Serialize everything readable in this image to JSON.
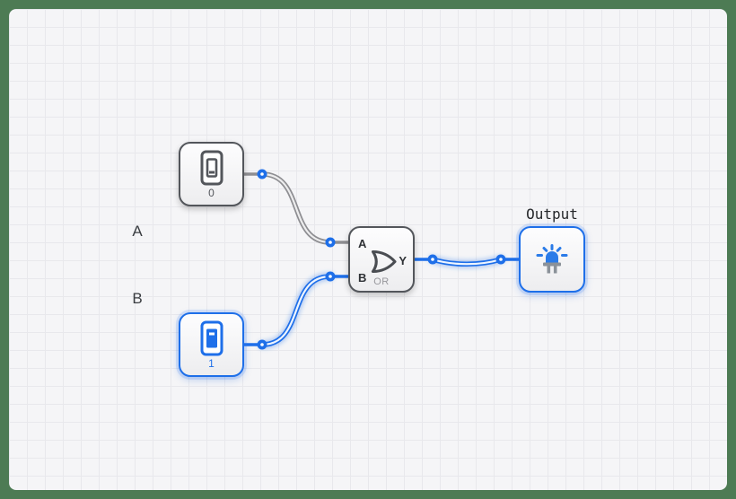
{
  "canvas": {
    "input_labels": [
      {
        "id": "a",
        "text": "A"
      },
      {
        "id": "b",
        "text": "B"
      }
    ],
    "output_label": "Output"
  },
  "nodes": {
    "switch_a": {
      "kind": "toggle-switch",
      "value": "0",
      "state": "off"
    },
    "switch_b": {
      "kind": "toggle-switch",
      "value": "1",
      "state": "on"
    },
    "or_gate": {
      "kind": "logic-gate",
      "type_label": "OR",
      "ports": {
        "in1": "A",
        "in2": "B",
        "out": "Y"
      }
    },
    "led_output": {
      "kind": "led",
      "state": "on"
    }
  },
  "icons": {
    "switch_off": "toggle-switch-off-icon",
    "switch_on": "toggle-switch-on-icon",
    "or_gate": "or-gate-icon",
    "led_on": "led-on-icon",
    "connector": "connector-dot"
  },
  "colors": {
    "active_blue": "#1e6fe9",
    "wire_inactive_gray": "#8e8e92",
    "node_border_dark": "#53565b",
    "frame_green": "#4d7b54",
    "canvas_bg": "#f5f5f7",
    "grid_line": "#e8e8ec",
    "led_base_gray": "#8a9199"
  }
}
